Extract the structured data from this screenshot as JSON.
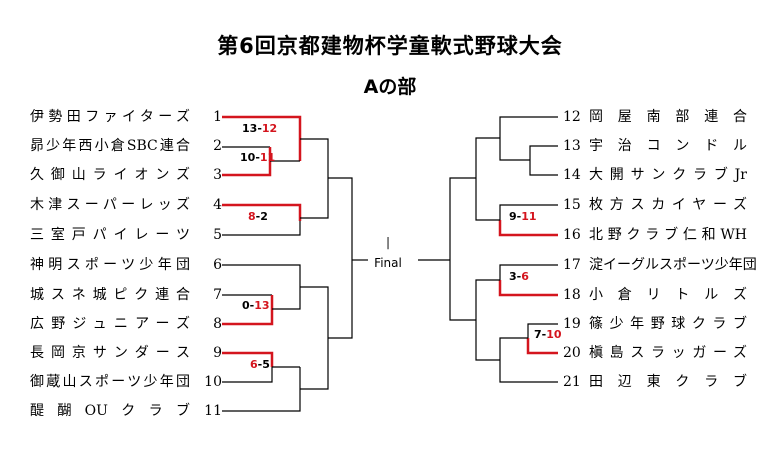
{
  "title": "第6回京都建物杯学童軟式野球大会",
  "subtitle": "Aの部",
  "final_label": "Final",
  "final_tick": "|",
  "colors": {
    "win": "#d4151e",
    "line": "#000000",
    "score_win": "#d4151e"
  },
  "left_teams": [
    {
      "seed": "1",
      "name": "伊勢田ファイターズ"
    },
    {
      "seed": "2",
      "name": "昴少年西小倉SBC連合"
    },
    {
      "seed": "3",
      "name": "久御山ライオンズ"
    },
    {
      "seed": "4",
      "name": "木津スーパーレッズ"
    },
    {
      "seed": "5",
      "name": "三室戸パイレーツ"
    },
    {
      "seed": "6",
      "name": "神明スポーツ少年団"
    },
    {
      "seed": "7",
      "name": "城スネ城ピク連合"
    },
    {
      "seed": "8",
      "name": "広野ジュニアーズ"
    },
    {
      "seed": "9",
      "name": "長岡京サンダース"
    },
    {
      "seed": "10",
      "name": "御蔵山スポーツ少年団"
    },
    {
      "seed": "11",
      "name": "醍醐OUクラブ"
    }
  ],
  "right_teams": [
    {
      "seed": "12",
      "name": "岡屋南部連合"
    },
    {
      "seed": "13",
      "name": "宇治コンドル"
    },
    {
      "seed": "14",
      "name": "大開サンクラブJr"
    },
    {
      "seed": "15",
      "name": "枚方スカイヤーズ"
    },
    {
      "seed": "16",
      "name": "北野クラブ仁和WH"
    },
    {
      "seed": "17",
      "name": "淀イーグルスポーツ少年団"
    },
    {
      "seed": "18",
      "name": "小倉リトルズ"
    },
    {
      "seed": "19",
      "name": "篠少年野球クラブ"
    },
    {
      "seed": "20",
      "name": "槇島スラッガーズ"
    },
    {
      "seed": "21",
      "name": "田辺東クラブ"
    }
  ],
  "scores": [
    {
      "id": "l-2-3",
      "a": "10",
      "b": "11",
      "winner": "b"
    },
    {
      "id": "l-1-23",
      "a": "13",
      "b": "12",
      "winner": "b"
    },
    {
      "id": "l-4-5",
      "a": "8",
      "b": "2",
      "winner": "a"
    },
    {
      "id": "l-7-8",
      "a": "0",
      "b": "13",
      "winner": "b"
    },
    {
      "id": "l-9-10",
      "a": "6",
      "b": "5",
      "winner": "a"
    },
    {
      "id": "r-15-16",
      "a": "9",
      "b": "11",
      "winner": "b"
    },
    {
      "id": "r-17-18",
      "a": "3",
      "b": "6",
      "winner": "b"
    },
    {
      "id": "r-19-20",
      "a": "7",
      "b": "10",
      "winner": "b"
    }
  ]
}
